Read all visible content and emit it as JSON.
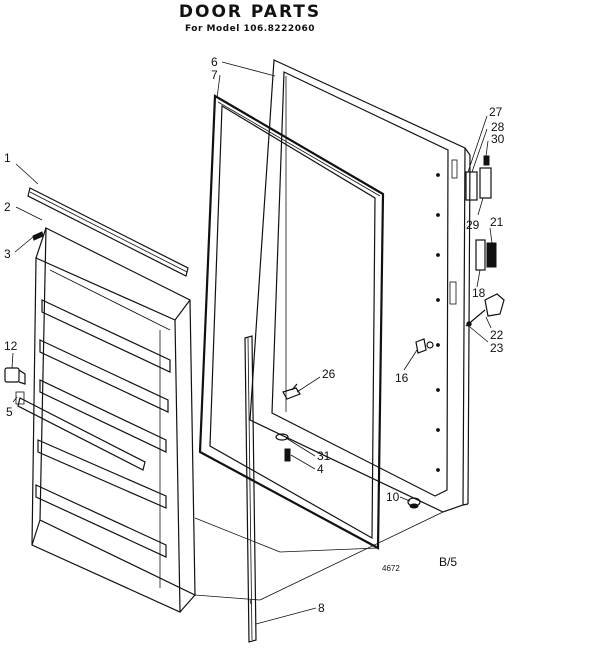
{
  "title": "DOOR PARTS",
  "subtitle": "For Model 106.8222060",
  "part_labels": {
    "p1": "1",
    "p2": "2",
    "p3": "3",
    "p4": "4",
    "p5": "5",
    "p6": "6",
    "p7": "7",
    "p8": "8",
    "p10": "10",
    "p12": "12",
    "p16": "16",
    "p18": "18",
    "p21": "21",
    "p22": "22",
    "p23": "23",
    "p26": "26",
    "p27": "27",
    "p28": "28",
    "p29": "29",
    "p30": "30",
    "p31": "31"
  },
  "footer": {
    "code": "4672",
    "sheet": "B/5"
  }
}
